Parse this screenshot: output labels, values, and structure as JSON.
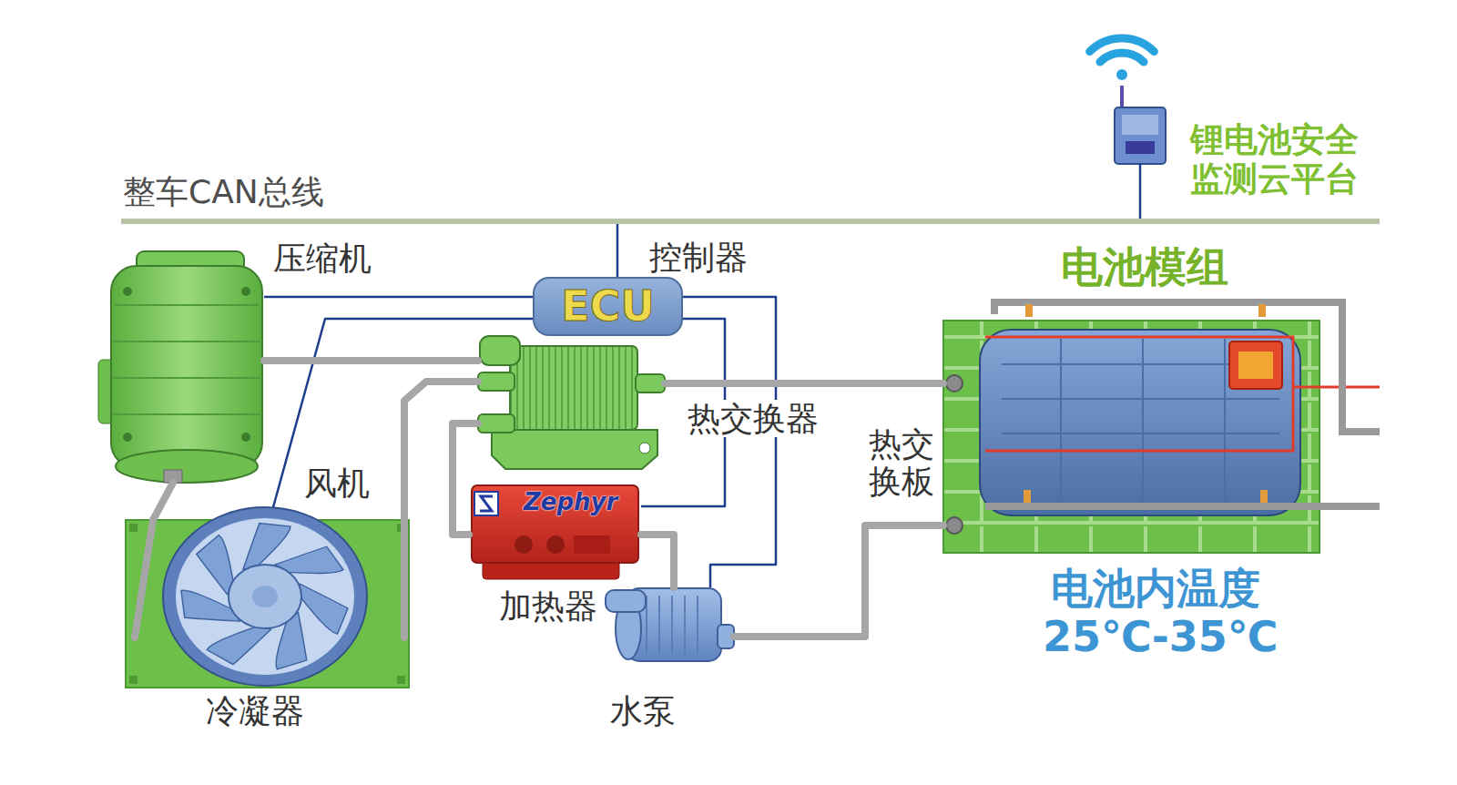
{
  "diagram": {
    "nodes": [
      {
        "text": [
          "整车CAN总线"
        ]
      },
      {
        "text": [
          "锂电池安全 监测云平台"
        ]
      },
      {
        "text": [
          "压缩机"
        ]
      },
      {
        "text": [
          "控制器",
          "ECU"
        ]
      },
      {
        "text": [
          "热交换器"
        ]
      },
      {
        "text": [
          "冷凝器"
        ]
      },
      {
        "text": [
          "风机"
        ],
        "in": 5
      },
      {
        "text": [
          "加热器",
          "Zephyr"
        ]
      },
      {
        "text": [
          "水泵"
        ]
      },
      {
        "text": [
          "热交 换板"
        ]
      },
      {
        "text": [
          "电池模组",
          "电池内温度 25℃-35℃"
        ],
        "in": 9
      }
    ],
    "edges": [
      {
        "from": 3,
        "to": 0,
        "arrow": "none"
      },
      {
        "from": 1,
        "to": 0,
        "arrow": "none"
      },
      {
        "from": 3,
        "to": 2,
        "arrow": "none"
      },
      {
        "from": 3,
        "to": 6,
        "arrow": "none"
      },
      {
        "from": 3,
        "to": 7,
        "arrow": "none"
      },
      {
        "from": 3,
        "to": 8,
        "arrow": "none"
      },
      {
        "from": 2,
        "to": 4,
        "arrow": "none"
      },
      {
        "from": 2,
        "to": 5,
        "arrow": "none"
      },
      {
        "from": 5,
        "to": 4,
        "arrow": "none"
      },
      {
        "from": 4,
        "to": 7,
        "arrow": "none"
      },
      {
        "from": 7,
        "to": 8,
        "arrow": "none"
      },
      {
        "from": 8,
        "to": 9,
        "arrow": "none"
      },
      {
        "from": 4,
        "to": 9,
        "arrow": "none"
      }
    ]
  }
}
